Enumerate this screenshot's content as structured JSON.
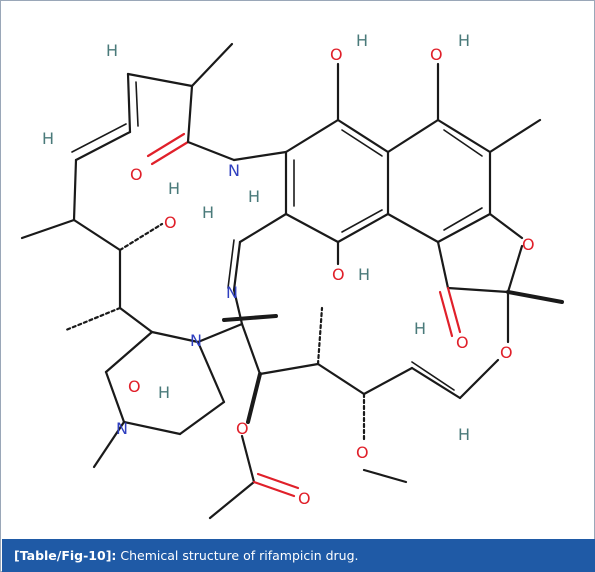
{
  "caption": {
    "tag": "[Table/Fig-10]:",
    "text": "Chemical structure of rifampicin drug."
  },
  "colors": {
    "bond": "#1a1a1a",
    "oxygen": "#e0202a",
    "nitrogen": "#2f3fbf",
    "hydrogen": "#4a7a7a",
    "caption_bg": "#1f5aa6",
    "caption_text": "#ffffff",
    "border": "#9aa7b8"
  },
  "atom_labels": {
    "h": "H",
    "o": "O",
    "n": "N"
  }
}
